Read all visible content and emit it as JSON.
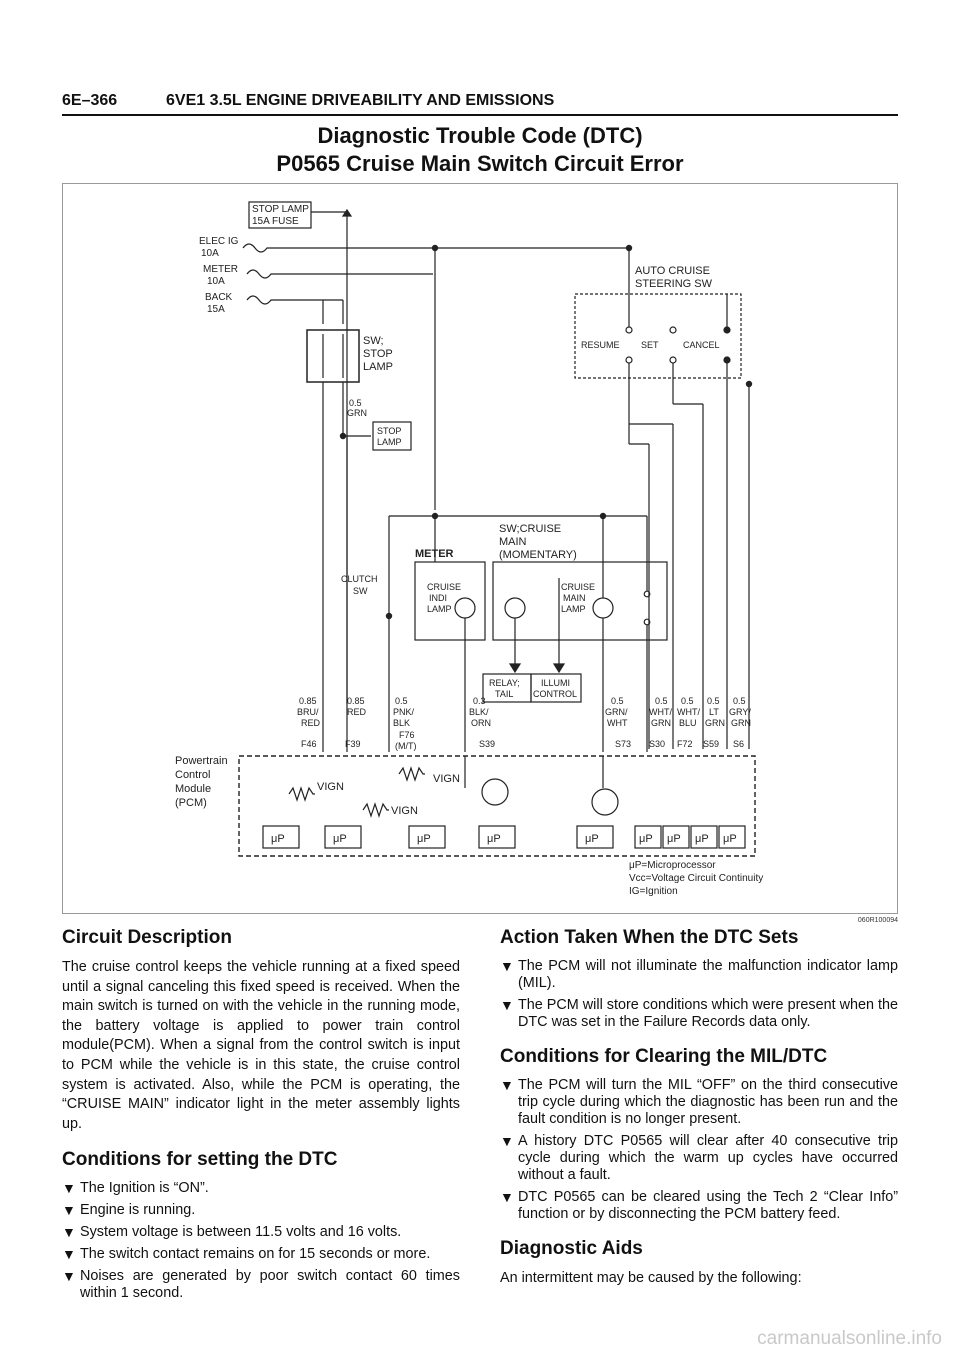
{
  "header": {
    "page_number": "6E–366",
    "title": "6VE1 3.5L ENGINE DRIVEABILITY AND EMISSIONS"
  },
  "page_title": {
    "line1": "Diagnostic Trouble Code (DTC)",
    "line2": "P0565 Cruise Main Switch Circuit Error"
  },
  "diagram": {
    "fuses": {
      "stop_lamp": [
        "STOP LAMP",
        "15A FUSE"
      ],
      "elec_ig": [
        "ELEC IG",
        "10A"
      ],
      "meter": [
        "METER",
        "10A"
      ],
      "back": [
        "BACK",
        "15A"
      ]
    },
    "auto_cruise": [
      "AUTO CRUISE",
      "STEERING SW"
    ],
    "auto_cruise_switches": [
      "RESUME",
      "SET",
      "CANCEL"
    ],
    "stop_lamp_sw": [
      "SW;",
      "STOP",
      "LAMP"
    ],
    "stop_wire": [
      "0.5",
      "GRN"
    ],
    "stop_lamp_box": [
      "STOP",
      "LAMP"
    ],
    "meter_label": "METER",
    "cruise_main_sw": [
      "SW;CRUISE",
      "MAIN",
      "(MOMENTARY)"
    ],
    "cruise_indi_lamp": [
      "CRUISE",
      "INDI",
      "LAMP"
    ],
    "cruise_main_lamp": [
      "CRUISE",
      "MAIN",
      "LAMP"
    ],
    "clutch_sw": [
      "CLUTCH",
      "SW"
    ],
    "relay_tail": [
      "RELAY;",
      "TAIL"
    ],
    "illumi_control": [
      "ILLUMI",
      "CONTROL"
    ],
    "wires": [
      {
        "lines": [
          "0.85",
          "BRU/",
          "RED"
        ],
        "pin": "F46"
      },
      {
        "lines": [
          "0.85",
          "RED"
        ],
        "pin": "F39"
      },
      {
        "lines": [
          "0.5",
          "PNK/",
          "BLK"
        ],
        "pin": "F76",
        "pin_note": "(M/T)"
      },
      {
        "lines": [
          "0.3",
          "BLK/",
          "ORN"
        ],
        "pin": "S39"
      },
      {
        "lines": [
          "0.5",
          "GRN/",
          "WHT"
        ],
        "pin": "S73"
      },
      {
        "lines": [
          "0.5",
          "WHT/",
          "GRN"
        ],
        "pin": "S30"
      },
      {
        "lines": [
          "0.5",
          "WHT/",
          "BLU"
        ],
        "pin": "F72"
      },
      {
        "lines": [
          "0.5",
          "LT",
          "GRN"
        ],
        "pin": "S59"
      },
      {
        "lines": [
          "0.5",
          "GRY/",
          "GRN"
        ],
        "pin": "S6"
      }
    ],
    "pcm_label": [
      "Powertrain",
      "Control",
      "Module",
      "(PCM)"
    ],
    "vign": "VIGN",
    "up": "μP",
    "legend": [
      "μP=Microprocessor",
      "Vcc=Voltage Circuit Continuity",
      "IG=Ignition"
    ],
    "figure_ref": "060R100094"
  },
  "circuit_description": {
    "heading": "Circuit Description",
    "body": "The cruise control keeps the vehicle running at a fixed speed until a signal canceling this fixed speed is received. When the main switch is turned on with the vehicle in the running mode, the battery voltage is applied to power train control module(PCM). When a signal from the control switch is input to PCM while the vehicle is in this state, the cruise control system is activated. Also, while the PCM is operating, the “CRUISE MAIN” indicator light in the meter assembly lights up."
  },
  "conditions_setting": {
    "heading": "Conditions for setting the DTC",
    "items": [
      "The Ignition is “ON”.",
      "Engine is running.",
      "System voltage is between 11.5 volts and 16 volts.",
      "The switch contact remains on for 15 seconds or more.",
      "Noises are generated by poor switch contact 60 times within 1 second."
    ]
  },
  "action_taken": {
    "heading": "Action Taken When the DTC Sets",
    "items": [
      "The PCM will not illuminate the malfunction indicator lamp (MIL).",
      "The PCM will store conditions which were present when the DTC was set in the Failure Records data only."
    ]
  },
  "conditions_clearing": {
    "heading": "Conditions for Clearing the MIL/DTC",
    "items": [
      "The PCM will turn the MIL “OFF” on the third consecutive trip cycle during which the diagnostic has been run and the fault condition is no longer present.",
      "A history DTC P0565 will clear after 40 consecutive trip cycle during which the warm up cycles have occurred without a fault.",
      "DTC P0565 can be cleared using the Tech 2 “Clear Info” function or by disconnecting the PCM battery feed."
    ]
  },
  "diagnostic_aids": {
    "heading": "Diagnostic Aids",
    "body": "An intermittent may be caused by the following:"
  },
  "bullet": "▼",
  "watermark": "carmanualsonline.info"
}
